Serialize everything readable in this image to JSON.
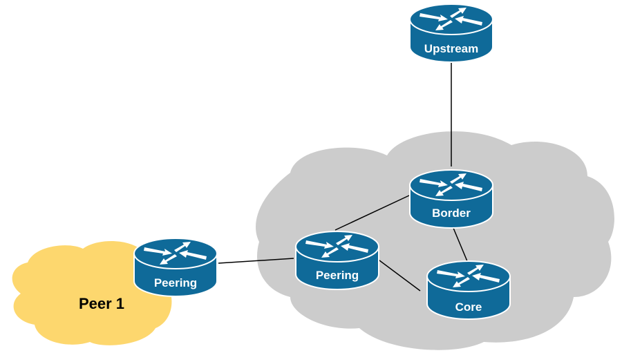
{
  "diagram": {
    "type": "network-topology",
    "colors": {
      "router_body": "#0f6a99",
      "router_arrows": "#ffffff",
      "internal_cloud": "#cccccc",
      "peer_cloud": "#fdd76e",
      "links": "#000000"
    },
    "clouds": [
      {
        "id": "internal",
        "label": ""
      },
      {
        "id": "peer1",
        "label": "Peer 1"
      }
    ],
    "routers": [
      {
        "id": "upstream",
        "label": "Upstream"
      },
      {
        "id": "border",
        "label": "Border"
      },
      {
        "id": "peering_internal",
        "label": "Peering"
      },
      {
        "id": "core",
        "label": "Core"
      },
      {
        "id": "peering_external",
        "label": "Peering"
      }
    ],
    "links": [
      {
        "from": "upstream",
        "to": "border"
      },
      {
        "from": "border",
        "to": "peering_internal"
      },
      {
        "from": "border",
        "to": "core"
      },
      {
        "from": "peering_internal",
        "to": "core"
      },
      {
        "from": "peering_internal",
        "to": "peering_external"
      }
    ]
  }
}
